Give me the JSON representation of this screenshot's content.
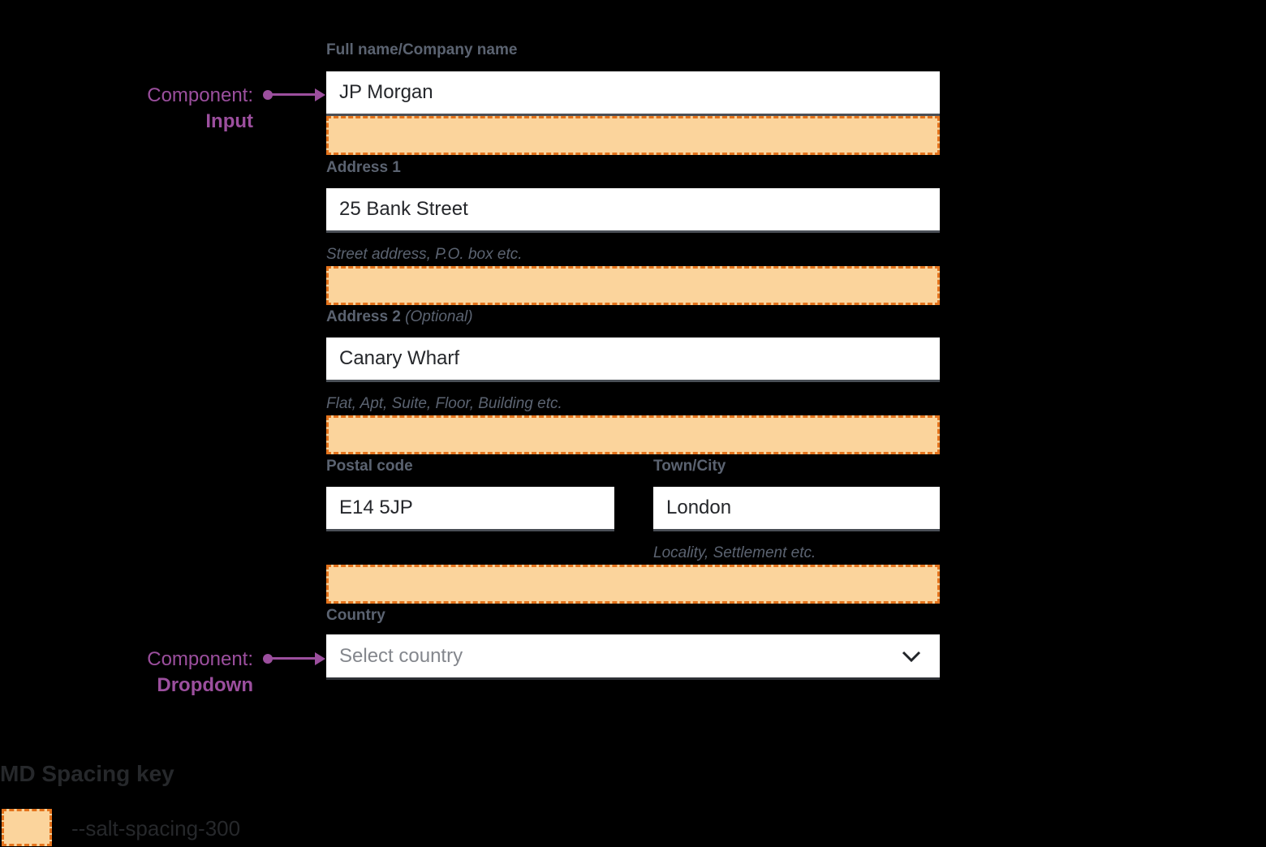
{
  "annotations": {
    "input": {
      "prefix": "Component:",
      "label": "Input"
    },
    "dropdown": {
      "prefix": "Component:",
      "label": "Dropdown"
    }
  },
  "form": {
    "full_name": {
      "label": "Full name/Company name",
      "value": "JP Morgan"
    },
    "address1": {
      "label": "Address 1",
      "value": "25 Bank Street",
      "helper": "Street address, P.O. box etc."
    },
    "address2": {
      "label": "Address 2",
      "optional": "(Optional)",
      "value": "Canary Wharf",
      "helper": "Flat, Apt, Suite, Floor, Building etc."
    },
    "postal_code": {
      "label": "Postal code",
      "value": "E14 5JP"
    },
    "town_city": {
      "label": "Town/City",
      "value": "London",
      "helper": "Locality, Settlement etc."
    },
    "country": {
      "label": "Country",
      "placeholder": "Select country"
    }
  },
  "spacing_key": {
    "title": "MD Spacing key",
    "token": "--salt-spacing-300"
  },
  "icons": {
    "dropdown_chevron": "chevron-down-icon"
  },
  "colors": {
    "background": "#000000",
    "spacing_fill": "#FBD49C",
    "spacing_border": "#E4731C",
    "annotation_purple": "#9C4F9E",
    "field_label": "#5B6371",
    "input_text": "#25272B",
    "placeholder": "#84878D",
    "key_text": "#26282B"
  }
}
